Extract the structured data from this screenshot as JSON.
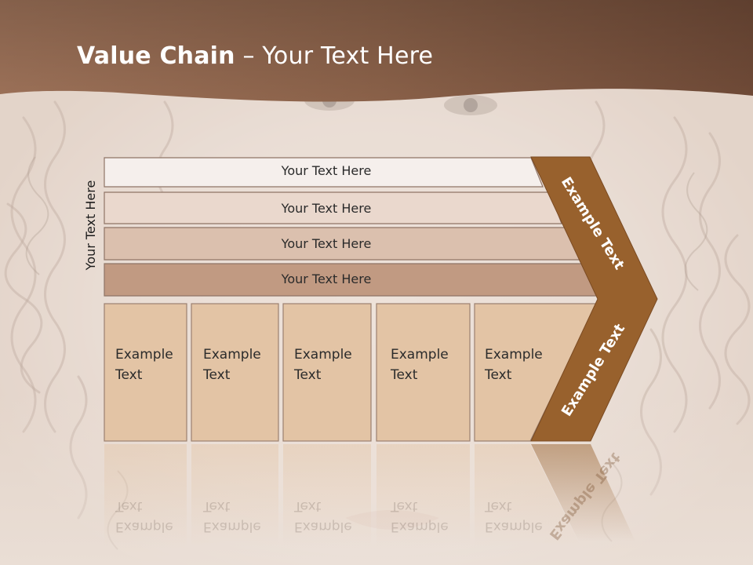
{
  "title": {
    "bold": "Value Chain",
    "rest": " – Your Text Here"
  },
  "side_label": "Your Text Here",
  "bars": [
    {
      "label": "Your Text Here"
    },
    {
      "label": "Your Text Here"
    },
    {
      "label": "Your Text Here"
    },
    {
      "label": "Your Text Here"
    }
  ],
  "cells": [
    {
      "label": "Example\nText"
    },
    {
      "label": "Example\nText"
    },
    {
      "label": "Example\nText"
    },
    {
      "label": "Example\nText"
    },
    {
      "label": "Example\nText"
    }
  ],
  "chevron": {
    "upper_label": "Example Text",
    "lower_label": "Example Text"
  },
  "colors": {
    "header": "#8d644b",
    "chevron": "#98612d",
    "cells": "#e3c4a5",
    "bars": [
      "#f5efec",
      "#ead8cd",
      "#dbc0ae",
      "#c19a82"
    ]
  }
}
